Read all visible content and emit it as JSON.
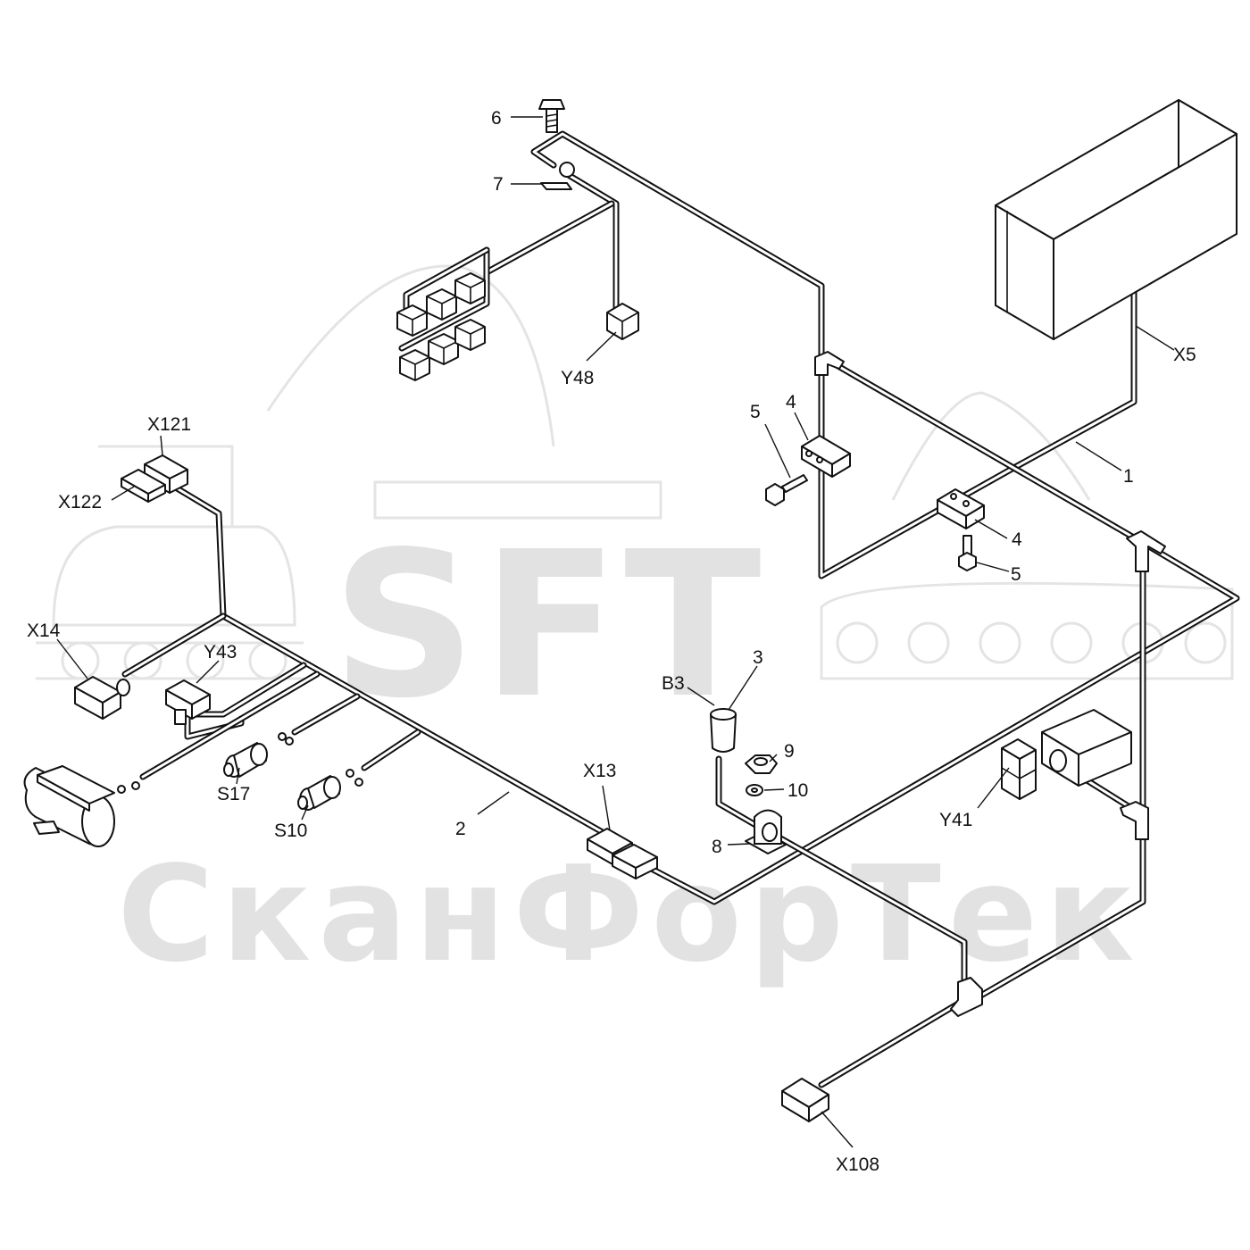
{
  "watermark": {
    "logo": "SFT",
    "company": "СканФорТек"
  },
  "labels": {
    "n6": "6",
    "n7": "7",
    "y48": "Y48",
    "x5": "X5",
    "n4a": "4",
    "n5a": "5",
    "n1": "1",
    "n4b": "4",
    "n5b": "5",
    "x121": "X121",
    "x122": "X122",
    "x14": "X14",
    "y43": "Y43",
    "b3": "B3",
    "n3": "3",
    "n9": "9",
    "n10": "10",
    "x13": "X13",
    "n8": "8",
    "y41": "Y41",
    "s17": "S17",
    "s10": "S10",
    "n2": "2",
    "x108": "X108"
  }
}
